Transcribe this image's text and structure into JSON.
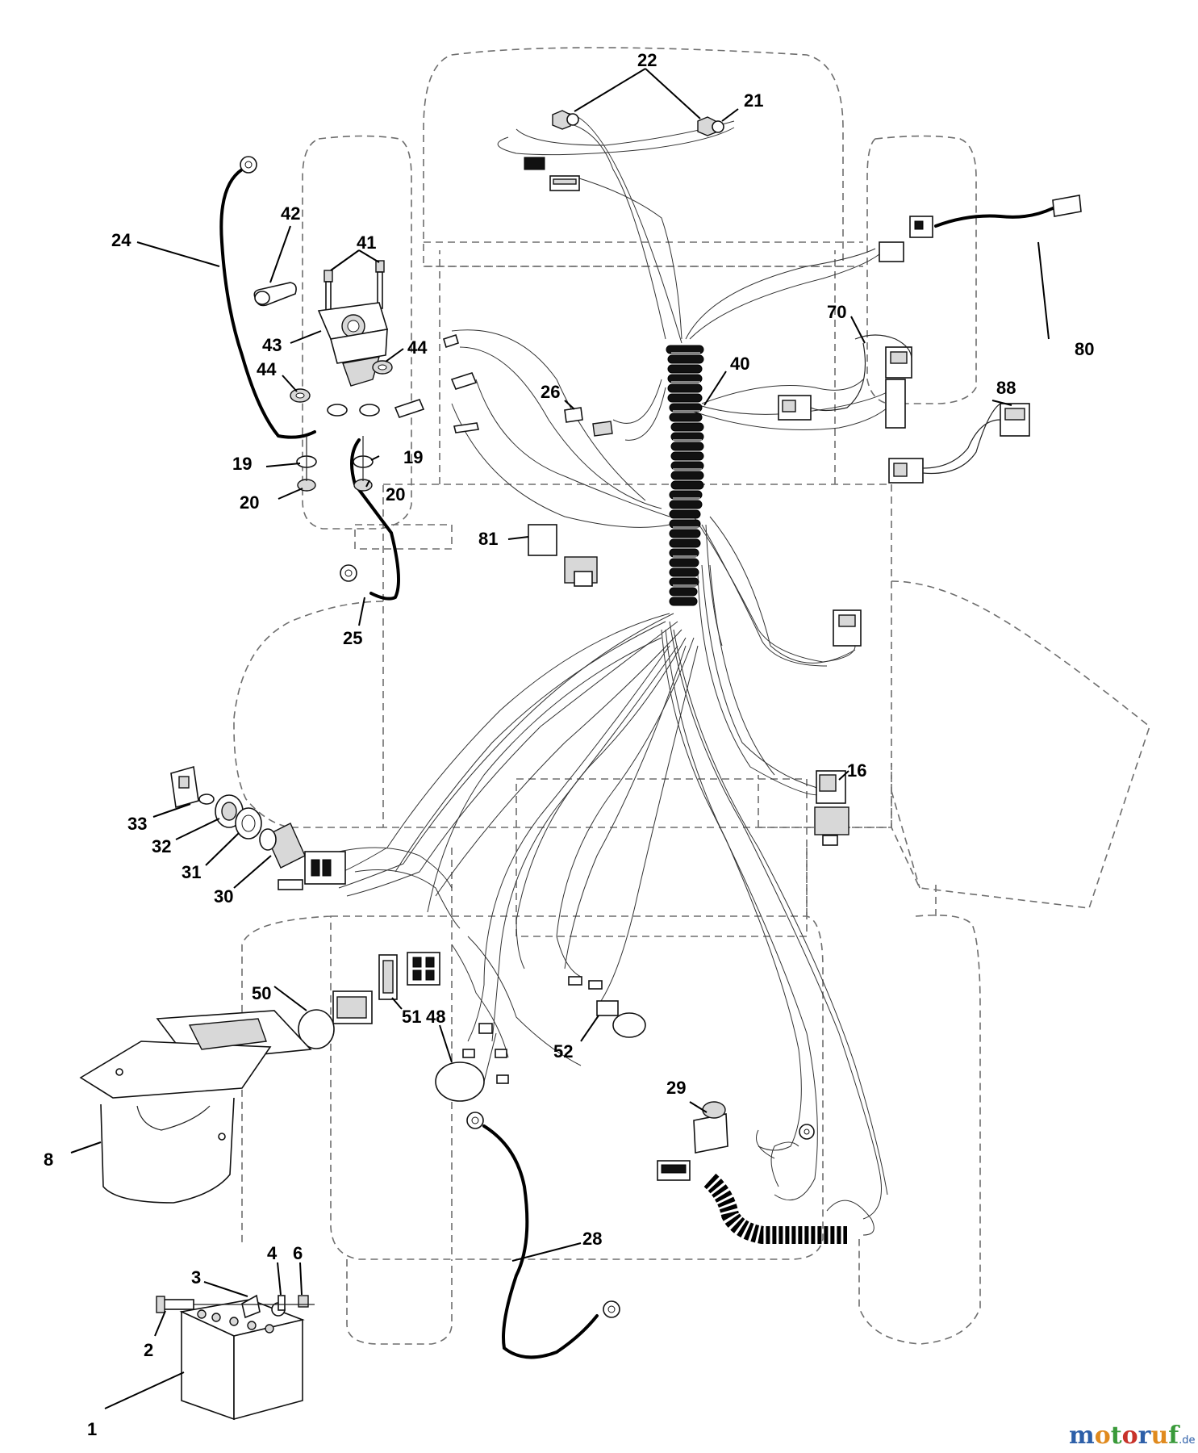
{
  "diagram": {
    "callouts": [
      {
        "id": "c1",
        "text": "1"
      },
      {
        "id": "c2",
        "text": "2"
      },
      {
        "id": "c3",
        "text": "3"
      },
      {
        "id": "c4",
        "text": "4"
      },
      {
        "id": "c6",
        "text": "6"
      },
      {
        "id": "c8",
        "text": "8"
      },
      {
        "id": "c16",
        "text": "16"
      },
      {
        "id": "c19a",
        "text": "19"
      },
      {
        "id": "c19b",
        "text": "19"
      },
      {
        "id": "c20a",
        "text": "20"
      },
      {
        "id": "c20b",
        "text": "20"
      },
      {
        "id": "c21",
        "text": "21"
      },
      {
        "id": "c22",
        "text": "22"
      },
      {
        "id": "c24",
        "text": "24"
      },
      {
        "id": "c25",
        "text": "25"
      },
      {
        "id": "c26",
        "text": "26"
      },
      {
        "id": "c28",
        "text": "28"
      },
      {
        "id": "c29",
        "text": "29"
      },
      {
        "id": "c30",
        "text": "30"
      },
      {
        "id": "c31",
        "text": "31"
      },
      {
        "id": "c32",
        "text": "32"
      },
      {
        "id": "c33",
        "text": "33"
      },
      {
        "id": "c40",
        "text": "40"
      },
      {
        "id": "c41",
        "text": "41"
      },
      {
        "id": "c42",
        "text": "42"
      },
      {
        "id": "c43",
        "text": "43"
      },
      {
        "id": "c44a",
        "text": "44"
      },
      {
        "id": "c44b",
        "text": "44"
      },
      {
        "id": "c48",
        "text": "48"
      },
      {
        "id": "c50",
        "text": "50"
      },
      {
        "id": "c51",
        "text": "51"
      },
      {
        "id": "c52",
        "text": "52"
      },
      {
        "id": "c70",
        "text": "70"
      },
      {
        "id": "c80",
        "text": "80"
      },
      {
        "id": "c81",
        "text": "81"
      },
      {
        "id": "c88",
        "text": "88"
      }
    ]
  },
  "watermark": {
    "letters": [
      "m",
      "o",
      "t",
      "o",
      "r",
      "u",
      "f"
    ],
    "colors": [
      "#2d5fa8",
      "#e08a1e",
      "#3a9a3a",
      "#c8332b",
      "#2d5fa8",
      "#e08a1e",
      "#3a9a3a"
    ],
    "suffix": ".de"
  }
}
